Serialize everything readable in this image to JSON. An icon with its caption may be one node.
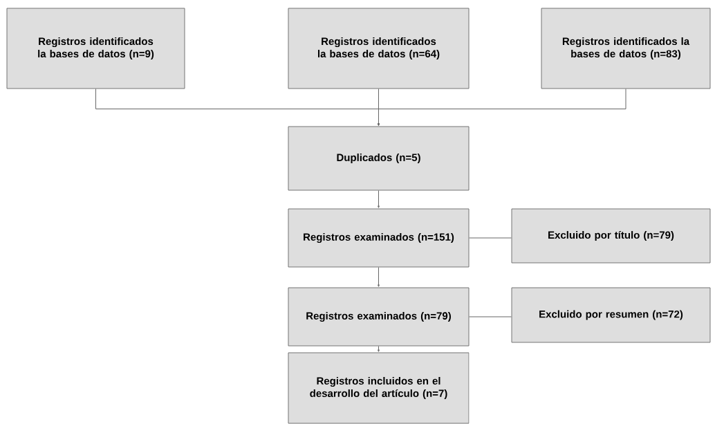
{
  "diagram": {
    "nodes": [
      {
        "text": [
          "Registros identificados la bases de datos (n=9)"
        ]
      },
      {
        "text": [
          "Registros identificados la bases de datos (n=64)"
        ]
      },
      {
        "text": [
          "Registros identificados la bases de datos (n=83)"
        ]
      },
      {
        "text": [
          "Duplicados (n=5)"
        ]
      },
      {
        "text": [
          "Registros examinados (n=151)"
        ]
      },
      {
        "text": [
          "Excluido por título (n=79)"
        ]
      },
      {
        "text": [
          "Registros examinados (n=79)"
        ]
      },
      {
        "text": [
          "Excluido por resumen (n=72)"
        ]
      },
      {
        "text": [
          "Registros incluidos en el desarrollo del artículo (n=7)"
        ]
      }
    ],
    "edges": [
      {
        "from": 0,
        "to": 3,
        "arrow": "to"
      },
      {
        "from": 1,
        "to": 3,
        "arrow": "to"
      },
      {
        "from": 2,
        "to": 3,
        "arrow": "to"
      },
      {
        "from": 3,
        "to": 4,
        "arrow": "to"
      },
      {
        "from": 4,
        "to": 5,
        "arrow": "none"
      },
      {
        "from": 4,
        "to": 6,
        "arrow": "to"
      },
      {
        "from": 6,
        "to": 7,
        "arrow": "none"
      },
      {
        "from": 6,
        "to": 8,
        "arrow": "to"
      }
    ]
  }
}
